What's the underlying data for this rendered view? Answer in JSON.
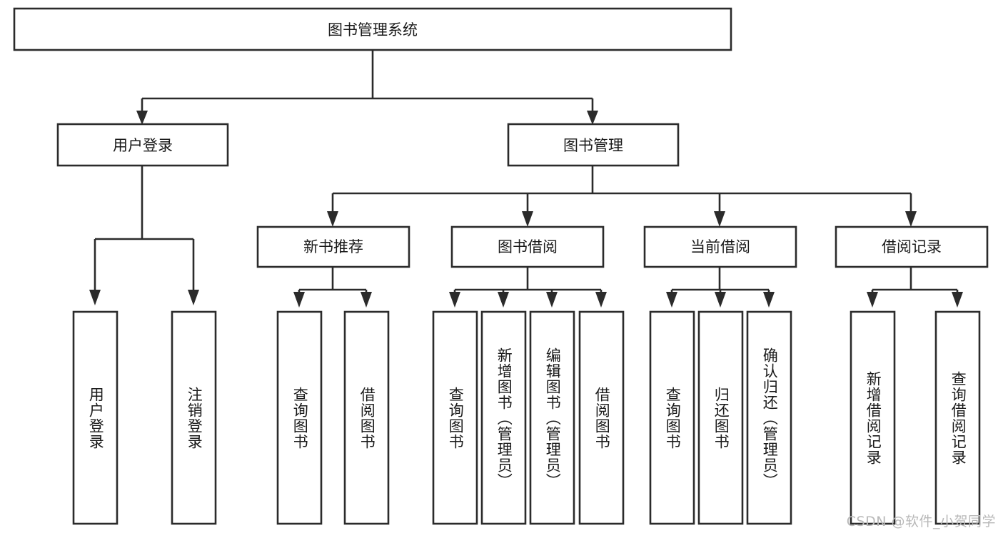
{
  "diagram": {
    "title": "图书管理系统",
    "type": "tree-hierarchy-chart",
    "watermark": "CSDN @软件_小贺同学",
    "colors": {
      "box_stroke": "#2b2b2b",
      "box_fill": "#ffffff",
      "connector": "#2b2b2b",
      "text": "#1a1a1a",
      "background": "#ffffff",
      "watermark": "#b9b9b9"
    },
    "root": {
      "label": "图书管理系统"
    },
    "level2": [
      {
        "id": "user-login",
        "label": "用户登录"
      },
      {
        "id": "book-management",
        "label": "图书管理"
      }
    ],
    "level3": [
      {
        "id": "new-book-recommend",
        "label": "新书推荐",
        "parent": "book-management"
      },
      {
        "id": "book-borrow",
        "label": "图书借阅",
        "parent": "book-management"
      },
      {
        "id": "current-borrow",
        "label": "当前借阅",
        "parent": "book-management"
      },
      {
        "id": "borrow-record",
        "label": "借阅记录",
        "parent": "book-management"
      }
    ],
    "leaves": [
      {
        "id": "leaf-user-login",
        "label": "用户登录",
        "parent": "user-login"
      },
      {
        "id": "leaf-logout",
        "label": "注销登录",
        "parent": "user-login"
      },
      {
        "id": "leaf-query-book-1",
        "label": "查询图书",
        "parent": "new-book-recommend"
      },
      {
        "id": "leaf-borrow-book-1",
        "label": "借阅图书",
        "parent": "new-book-recommend"
      },
      {
        "id": "leaf-query-book-2",
        "label": "查询图书",
        "parent": "book-borrow"
      },
      {
        "id": "leaf-add-book",
        "label": "新增图书（管理员）",
        "parent": "book-borrow"
      },
      {
        "id": "leaf-edit-book",
        "label": "编辑图书（管理员）",
        "parent": "book-borrow"
      },
      {
        "id": "leaf-borrow-book-2",
        "label": "借阅图书",
        "parent": "book-borrow"
      },
      {
        "id": "leaf-query-book-3",
        "label": "查询图书",
        "parent": "current-borrow"
      },
      {
        "id": "leaf-return-book",
        "label": "归还图书",
        "parent": "current-borrow"
      },
      {
        "id": "leaf-confirm-return",
        "label": "确认归还（管理员）",
        "parent": "current-borrow"
      },
      {
        "id": "leaf-add-record",
        "label": "新增借阅记录",
        "parent": "borrow-record"
      },
      {
        "id": "leaf-query-record",
        "label": "查询借阅记录",
        "parent": "borrow-record"
      }
    ]
  }
}
